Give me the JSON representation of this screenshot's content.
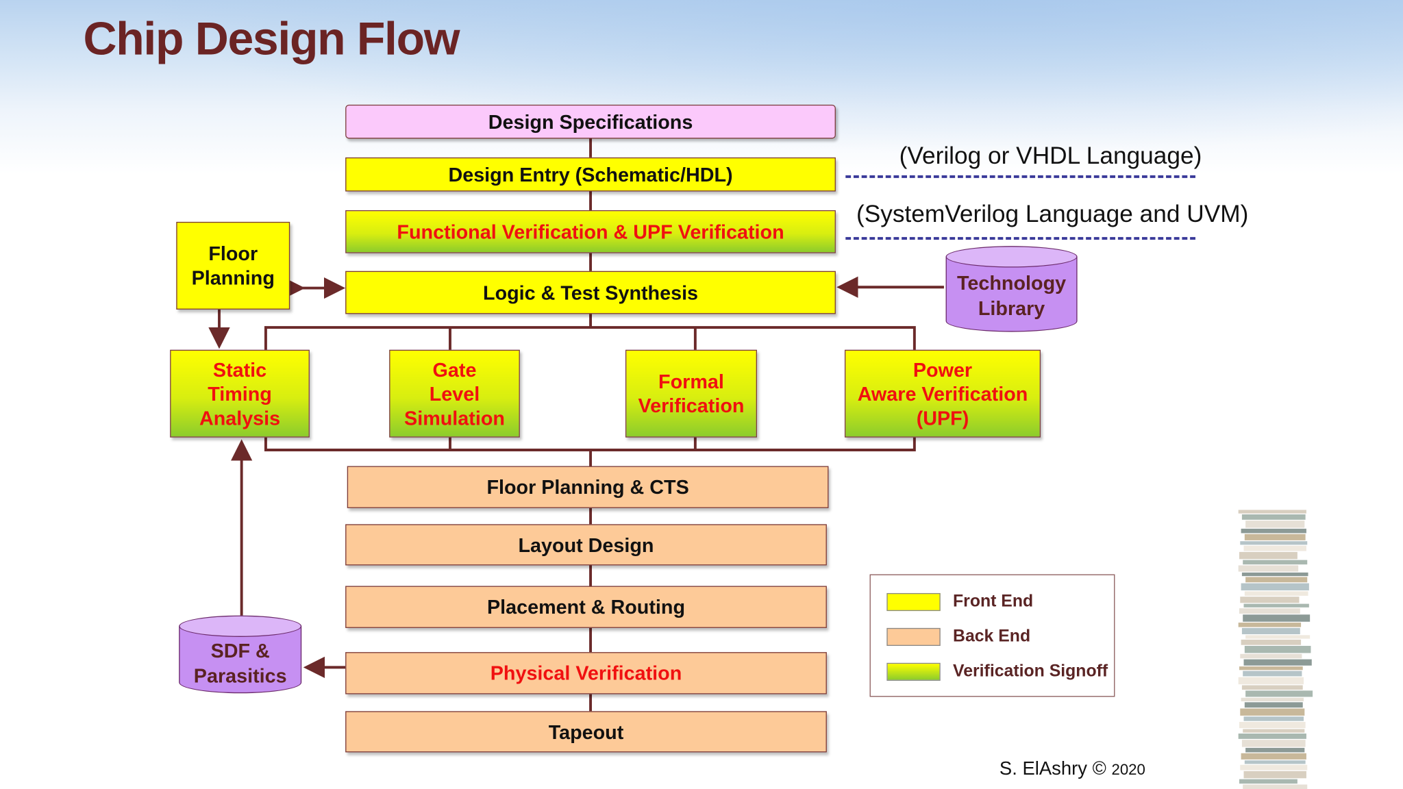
{
  "title": "Chip Design Flow",
  "flow": {
    "design_specifications": "Design Specifications",
    "design_entry": "Design Entry (Schematic/HDL)",
    "functional_verification": "Functional Verification & UPF Verification",
    "logic_synthesis": "Logic & Test Synthesis",
    "floor_planning": [
      "Floor",
      "Planning"
    ],
    "technology_library": [
      "Technology",
      "Library"
    ],
    "static_timing": [
      "Static",
      "Timing",
      "Analysis"
    ],
    "gate_level": [
      "Gate",
      "Level",
      "Simulation"
    ],
    "formal": [
      "Formal",
      "Verification"
    ],
    "power_aware": [
      "Power",
      "Aware Verification",
      "(UPF)"
    ],
    "floor_planning_cts": "Floor Planning & CTS",
    "layout_design": "Layout Design",
    "placement_routing": "Placement & Routing",
    "physical_verification": "Physical Verification",
    "tapeout": "Tapeout",
    "sdf_parasitics": [
      "SDF &",
      "Parasitics"
    ]
  },
  "notes": {
    "hdl": "(Verilog or VHDL Language)",
    "verification": "(SystemVerilog Language and UVM)"
  },
  "legend": [
    {
      "label": "Front End",
      "color": "#ffff00"
    },
    {
      "label": "Back End",
      "color": "#fdca98"
    },
    {
      "label": "Verification Signoff",
      "color": "gradient"
    }
  ],
  "credit": {
    "author": "S. ElAshry",
    "symbol": "©",
    "year": "2020"
  }
}
